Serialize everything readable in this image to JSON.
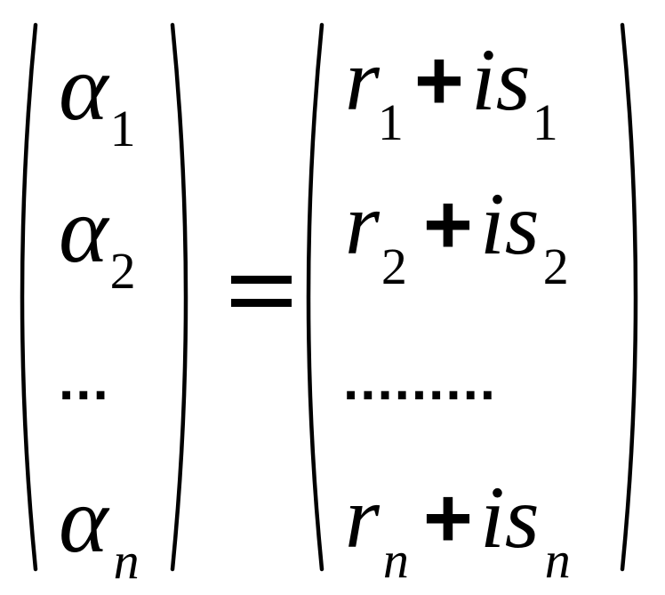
{
  "left_vector": {
    "symbol": "α",
    "rows": [
      {
        "sub": "1"
      },
      {
        "sub": "2"
      },
      {
        "ellipsis": "..."
      },
      {
        "sub": "n"
      }
    ]
  },
  "equals": "=",
  "right_vector": {
    "real": "r",
    "plus": "+",
    "imag_unit": "i",
    "imag": "s",
    "rows": [
      {
        "sub": "1"
      },
      {
        "sub": "2"
      },
      {
        "ellipsis": "........."
      },
      {
        "sub": "n"
      }
    ]
  }
}
